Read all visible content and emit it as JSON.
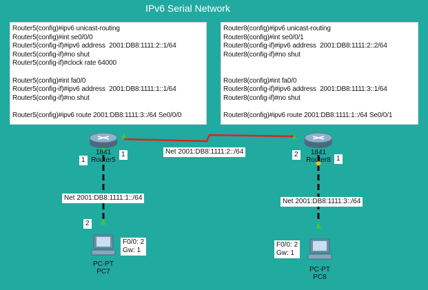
{
  "title": "IPv6 Serial Network",
  "router5_config": [
    "Router5(config)#ipv6 unicast-routing",
    "Router5(config)#int se0/0/0",
    "Router5(config-if)#ipv6 address  2001:DB8:1111:2::1/64",
    "Router5(config-if)#no shut",
    "Router5(config-if)#clock rate 64000",
    "",
    "Router5(config)#int fa0/0",
    "Router5(config-if)#ipv6 address  2001:DB8:1111:1::1/64",
    "Router5(config-if)#no shut",
    "",
    "Router5(config)#ipv6 route 2001:DB8:1111:3::/64 Se0/0/0"
  ],
  "router8_config": [
    "Router8(config)#ipv6 unicast-routing",
    "Router8(config)#int se0/0/1",
    "Router8(config-if)#ipv6 address  2001:DB8:1111:2::2/64",
    "Router8(config-if)#no shut",
    "",
    "",
    "Router8(config)#int fa0/0",
    "Router8(config-if)#ipv6 address  2001:DB8:1111:3::1/64",
    "Router8(config-if)#no shut",
    "",
    "Router8(config)#ipv6 route 2001:DB8:1111:1::/64 Se0/0/1"
  ],
  "router5": {
    "model": "1841",
    "name": "Router5",
    "port_left": "1",
    "port_right": "1"
  },
  "router8": {
    "model": "1841",
    "name": "Router8",
    "port_left": "2",
    "port_right": "1"
  },
  "serial_net_label": "Net 2001:DB8:1111:2::/64",
  "left_lan_label": "Net  2001:DB8:1111:1::/64",
  "right_lan_label": "Net 2001:DB8:1111:3::/64",
  "pc7": {
    "type": "PC-PT",
    "name": "PC7",
    "port": "2",
    "info_line1": "F0/0: 2",
    "info_line2": "Gw: 1"
  },
  "pc8": {
    "type": "PC-PT",
    "name": "PC8",
    "info_line1": "F0/0: 2",
    "info_line2": "Gw: 1"
  },
  "colors": {
    "background": "#21aaa0",
    "serial_link": "#e02020",
    "ethernet_link": "#111111",
    "link_up": "#3cc83c"
  }
}
